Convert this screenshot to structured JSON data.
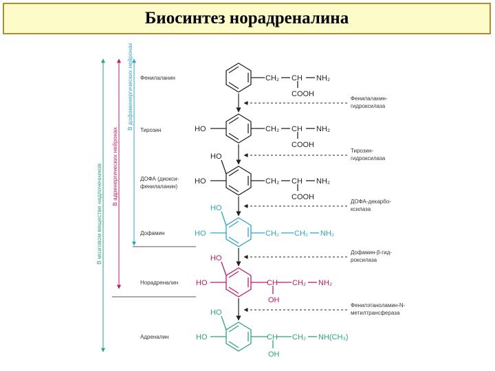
{
  "title": "Биосинтез норадреналина",
  "scopes": {
    "brain": "В мозговом веществе надпочечников",
    "adrenergic": "В адренергических нейронах",
    "dopaminergic": "В дофаминергических нейронах"
  },
  "compounds": {
    "phenylalanine": "Фенилаланин",
    "tyrosine": "Тирозин",
    "dopa_line1": "ДОФА (диокси-",
    "dopa_line2": "фенилаланин)",
    "dopamine": "Дофамин",
    "noradrenaline": "Норадреналин",
    "adrenaline": "Адреналин"
  },
  "enzymes": {
    "e1_line1": "Фенилаланин-",
    "e1_line2": "гидроксилаза",
    "e2_line1": "Тирозин-",
    "e2_line2": "гидроксилаза",
    "e3_line1": "ДОФА-декарбо-",
    "e3_line2": "ксилаза",
    "e4_line1": "Дофамин-β-гид-",
    "e4_line2": "роксилаза",
    "e5_line1": "Фенилэтаноламин-N-",
    "e5_line2": "метилтрансфераза"
  },
  "formula": {
    "ho": "HO",
    "ch2": "CH₂",
    "ch": "CH",
    "nh2": "NH₂",
    "cooh": "COOH",
    "oh": "OH",
    "nhch3": "NH(CH₃)"
  },
  "colors": {
    "title_bg": "#fdfcc8",
    "title_border": "#b58a2a",
    "black": "#222222",
    "dopamine": "#2aa3c6",
    "noradrenaline": "#c2186b",
    "adrenaline": "#2aa57a"
  }
}
